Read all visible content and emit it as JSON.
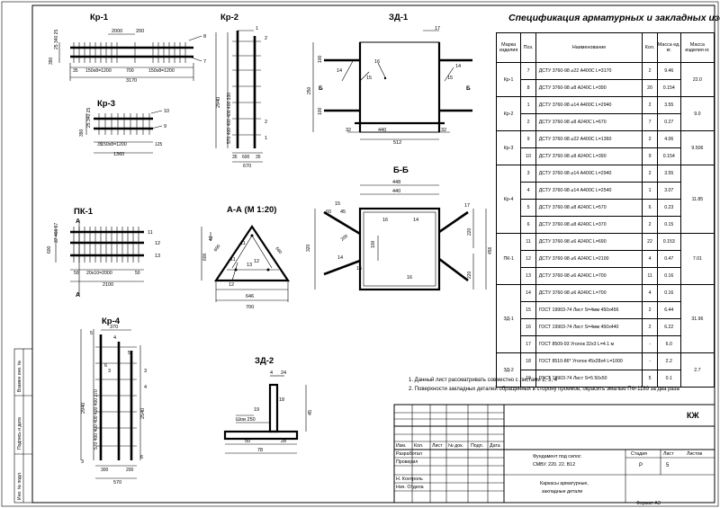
{
  "titles": {
    "kr1": "Кр-1",
    "kr2": "Кр-2",
    "kr3": "Кр-3",
    "kr4": "Кр-4",
    "pk1": "ПК-1",
    "aa": "А-А (М 1:20)",
    "zd1": "ЗД-1",
    "bb": "Б-Б",
    "zd2": "ЗД-2"
  },
  "spec": {
    "title": "Спецификация арматурных и закладных изделий",
    "headers": [
      "Марка изделия",
      "Поз.",
      "Наименование",
      "Кол.",
      "Масса ед. кг.",
      "Масса изделия кг."
    ],
    "groups": [
      {
        "mark": "Кр-1",
        "total": "22.0",
        "rows": [
          {
            "pos": "7",
            "name": "ДСТУ 3760-98 ⌀22 А400С L=3170",
            "qty": "2",
            "mass": "9.46"
          },
          {
            "pos": "8",
            "name": "ДСТУ 3760-98 ⌀8 А240С L=390",
            "qty": "20",
            "mass": "0.154"
          }
        ]
      },
      {
        "mark": "Кр-2",
        "total": "9.0",
        "rows": [
          {
            "pos": "1",
            "name": "ДСТУ 3760-98 ⌀14 А400С L=2940",
            "qty": "2",
            "mass": "3.55"
          },
          {
            "pos": "2",
            "name": "ДСТУ 3760-98 ⌀8 А240С L=670",
            "qty": "7",
            "mass": "0.27"
          }
        ]
      },
      {
        "mark": "Кр-3",
        "total": "9.506",
        "rows": [
          {
            "pos": "9",
            "name": "ДСТУ 3760-98 ⌀22 А400С L=1360",
            "qty": "2",
            "mass": "4.06"
          },
          {
            "pos": "10",
            "name": "ДСТУ 3760-98 ⌀8 А240С L=390",
            "qty": "9",
            "mass": "0.154"
          }
        ]
      },
      {
        "mark": "Кр-4",
        "total": "11.85",
        "rows": [
          {
            "pos": "3",
            "name": "ДСТУ 3760-98 ⌀14 А400С L=2940",
            "qty": "2",
            "mass": "3.55"
          },
          {
            "pos": "4",
            "name": "ДСТУ 3760-98 ⌀14 А400С L=2540",
            "qty": "1",
            "mass": "3.07"
          },
          {
            "pos": "5",
            "name": "ДСТУ 3760-98 ⌀8 А240С L=570",
            "qty": "6",
            "mass": "0.23"
          },
          {
            "pos": "6",
            "name": "ДСТУ 3760-98 ⌀8 А240С L=370",
            "qty": "2",
            "mass": "0.15"
          }
        ]
      },
      {
        "mark": "ПК-1",
        "total": "7.01",
        "rows": [
          {
            "pos": "11",
            "name": "ДСТУ 3760-98 ⌀6 А240С L=690",
            "qty": "22",
            "mass": "0.153"
          },
          {
            "pos": "12",
            "name": "ДСТУ 3760-98 ⌀6 А240С L=2100",
            "qty": "4",
            "mass": "0.47"
          },
          {
            "pos": "13",
            "name": "ДСТУ 3760-98 ⌀6 А240С L=700",
            "qty": "11",
            "mass": "0.16"
          }
        ]
      },
      {
        "mark": "ЗД-1",
        "total": "31.96",
        "rows": [
          {
            "pos": "14",
            "name": "ДСТУ 3760-98 ⌀6 А240С L=700",
            "qty": "4",
            "mass": "0.16"
          },
          {
            "pos": "15",
            "name": "ГОСТ 19903-74 Лист S=4мм 450х456",
            "qty": "2",
            "mass": "6.44"
          },
          {
            "pos": "16",
            "name": "ГОСТ 19903-74 Лист S=4мм 450х440",
            "qty": "2",
            "mass": "6.22"
          },
          {
            "pos": "17",
            "name": "ГОСТ 8509-93 Уголок 32х3 L=4.1 м",
            "qty": "-",
            "mass": "6.0"
          }
        ]
      },
      {
        "mark": "ЗД-2",
        "total": "2.7",
        "rows": [
          {
            "pos": "18",
            "name": "ГОСТ 8510-86* Уголок 45х28х4 L=1000",
            "qty": "-",
            "mass": "2.2"
          },
          {
            "pos": "19",
            "name": "ГОСТ 19903-74 Лист S=5 50х50",
            "qty": "5",
            "mass": "0.1"
          }
        ]
      }
    ]
  },
  "notes": [
    "1. Данный лист рассматривать совместно с листами 2, 3, 4",
    "2. Поверхности закладных деталей обращенных в сторону проемов, окрасить эмалью ПФ-1189 за два раза"
  ],
  "titleblock": {
    "code": "КЖ",
    "hdr_izm": "Изм.",
    "hdr_kol": "Кол.",
    "hdr_list": "Лист",
    "hdr_ndok": "№ док.",
    "hdr_podp": "Подп.",
    "hdr_data": "Дата",
    "razrabotal": "Разработал",
    "proveril": "Проверил",
    "nkontrol": "Н. Контроль",
    "nachotdela": "Нач. Отдела",
    "project1": "Фундамент под силос",
    "project2": "СМВУ. 220. 22. В12",
    "drawing1": "Каркасы арматурные,",
    "drawing2": "закладные детали",
    "hdr_stadiya": "Стадия",
    "hdr_listn": "Лист",
    "hdr_listov": "Листов",
    "stadiya": "Р",
    "list": "5",
    "listov": "",
    "format": "Формат А3"
  },
  "sidebar": {
    "vzam": "Взамен инв. №",
    "podp": "Подпись и дата",
    "inv": "Инв. № подл."
  }
}
